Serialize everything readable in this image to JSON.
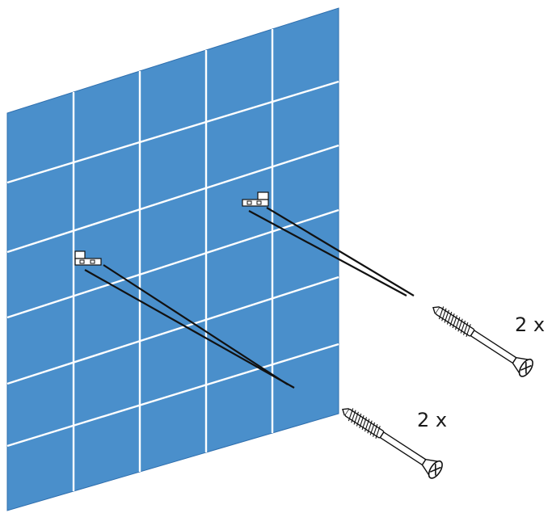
{
  "labels": {
    "screws_upper_qty": "2 x",
    "screws_lower_qty": "2 x"
  },
  "colors": {
    "tile": "#4a8fcb",
    "grout": "#ffffff",
    "tile_edge": "#2f6fae",
    "line": "#111111",
    "bracket": "#ffffff"
  },
  "icons": [
    "wall-tiles",
    "mounting-bracket-icon",
    "screw-icon"
  ]
}
